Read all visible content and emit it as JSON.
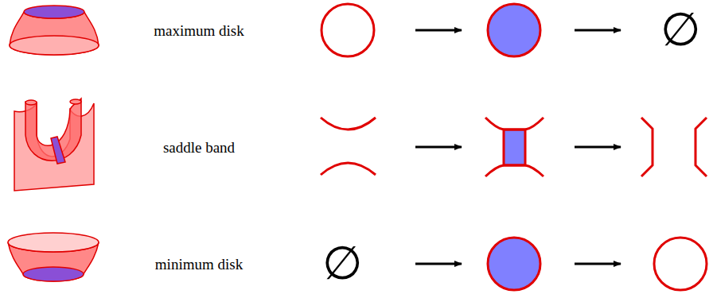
{
  "diagram": {
    "labels": [
      "maximum disk",
      "∅",
      "saddle band",
      "minimum disk",
      "∅"
    ]
  }
}
